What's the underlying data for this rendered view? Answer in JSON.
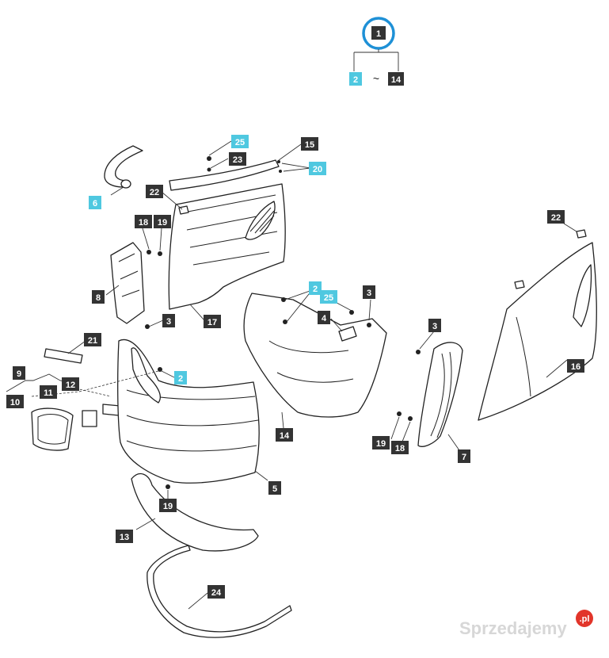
{
  "assembly": {
    "top_label": "1",
    "range_start": "2",
    "range_separator": "~",
    "range_end": "14"
  },
  "callouts": [
    {
      "id": "2",
      "style": "cyan"
    },
    {
      "id": "2",
      "style": "cyan"
    },
    {
      "id": "3",
      "style": "dark"
    },
    {
      "id": "3",
      "style": "dark"
    },
    {
      "id": "3",
      "style": "dark"
    },
    {
      "id": "4",
      "style": "dark"
    },
    {
      "id": "5",
      "style": "dark"
    },
    {
      "id": "6",
      "style": "cyan"
    },
    {
      "id": "7",
      "style": "dark"
    },
    {
      "id": "8",
      "style": "dark"
    },
    {
      "id": "9",
      "style": "dark"
    },
    {
      "id": "10",
      "style": "dark"
    },
    {
      "id": "11",
      "style": "dark"
    },
    {
      "id": "12",
      "style": "dark"
    },
    {
      "id": "13",
      "style": "dark"
    },
    {
      "id": "14",
      "style": "dark"
    },
    {
      "id": "15",
      "style": "dark"
    },
    {
      "id": "16",
      "style": "dark"
    },
    {
      "id": "17",
      "style": "dark"
    },
    {
      "id": "18",
      "style": "dark"
    },
    {
      "id": "18",
      "style": "dark"
    },
    {
      "id": "19",
      "style": "dark"
    },
    {
      "id": "19",
      "style": "dark"
    },
    {
      "id": "19",
      "style": "dark"
    },
    {
      "id": "20",
      "style": "cyan"
    },
    {
      "id": "21",
      "style": "dark"
    },
    {
      "id": "22",
      "style": "dark"
    },
    {
      "id": "22",
      "style": "dark"
    },
    {
      "id": "23",
      "style": "dark"
    },
    {
      "id": "24",
      "style": "dark"
    },
    {
      "id": "25",
      "style": "cyan"
    },
    {
      "id": "25",
      "style": "cyan"
    }
  ],
  "watermark": {
    "text": "Sprzedajemy",
    "suffix": ".pl"
  },
  "colors": {
    "callout_dark": "#333333",
    "callout_cyan": "#4fc8e0",
    "ring": "#1e90d6",
    "watermark_badge": "#e2352a"
  }
}
